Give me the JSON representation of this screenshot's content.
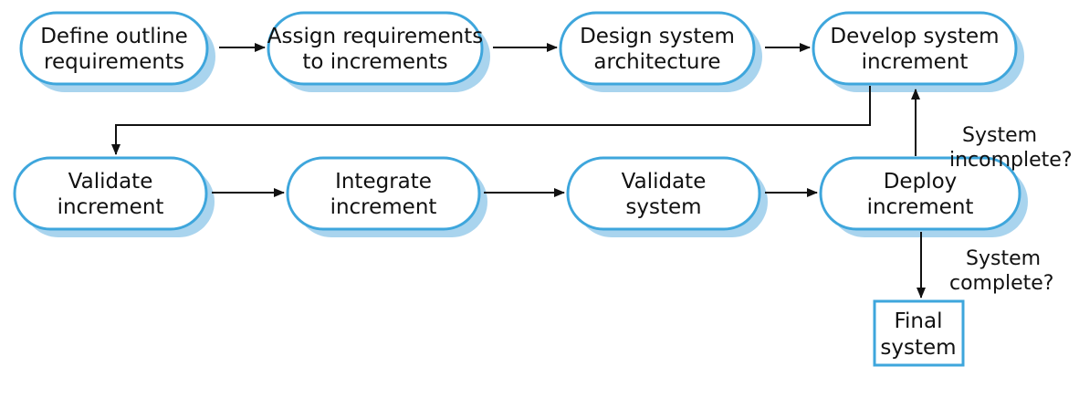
{
  "colors": {
    "shadow": "#a9d4ee",
    "border": "#3ea6dc",
    "fill": "#ffffff",
    "line": "#111111",
    "text": "#111111"
  },
  "nodes": {
    "define": {
      "line1": "Define outline",
      "line2": "requirements"
    },
    "assign": {
      "line1": "Assign requirements",
      "line2": "to increments"
    },
    "design": {
      "line1": "Design system",
      "line2": "architecture"
    },
    "develop": {
      "line1": "Develop system",
      "line2": "increment"
    },
    "validate_inc": {
      "line1": "Validate",
      "line2": "increment"
    },
    "integrate": {
      "line1": "Integrate",
      "line2": "increment"
    },
    "validate_sys": {
      "line1": "Validate",
      "line2": "system"
    },
    "deploy": {
      "line1": "Deploy",
      "line2": "increment"
    },
    "final": {
      "line1": "Final",
      "line2": "system"
    }
  },
  "labels": {
    "incomplete": {
      "line1": "System",
      "line2": "incomplete?"
    },
    "complete": {
      "line1": "System",
      "line2": "complete?"
    }
  }
}
